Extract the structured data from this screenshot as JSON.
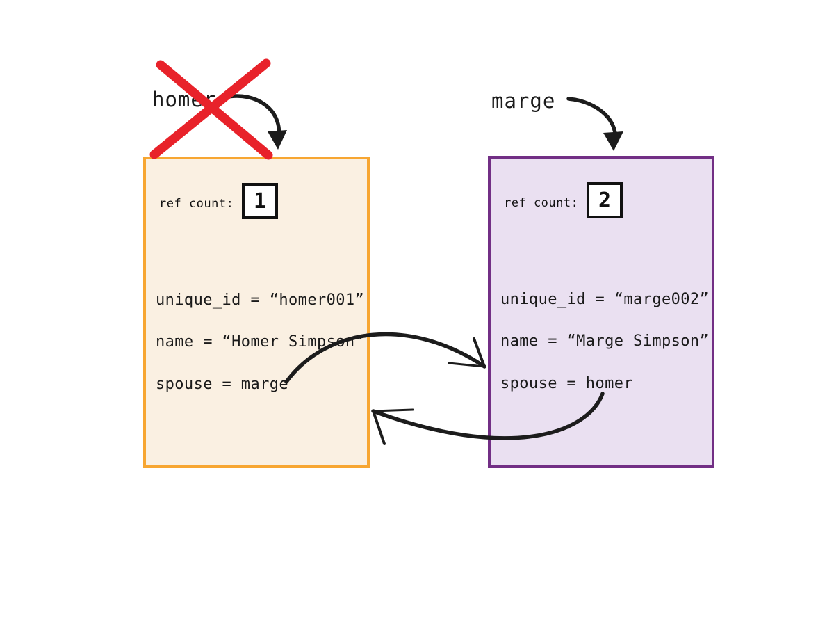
{
  "canvas": {
    "background": "#ffffff",
    "arrow_color": "#1c1c1c",
    "cross_out_color": "#e8222a"
  },
  "variables": {
    "homer": {
      "text": "homer",
      "crossed_out": true
    },
    "marge": {
      "text": "marge",
      "crossed_out": false
    }
  },
  "objects": [
    {
      "ref_count_label": "ref count:",
      "ref_count": "1",
      "fields": [
        "unique_id = “homer001”",
        "name = “Homer Simpson”",
        "spouse = marge"
      ],
      "border_color": "#f7a632",
      "fill_color": "#faf0e2"
    },
    {
      "ref_count_label": "ref count:",
      "ref_count": "2",
      "fields": [
        "unique_id = “marge002”",
        "name = “Marge Simpson”",
        "spouse = homer"
      ],
      "border_color": "#722f85",
      "fill_color": "#eae0f1"
    }
  ],
  "references": [
    {
      "from": "homer variable",
      "to": "homer object",
      "status": "crossed out (deleted)"
    },
    {
      "from": "marge variable",
      "to": "marge object",
      "status": "active"
    },
    {
      "from": "homer object spouse field",
      "to": "marge object",
      "status": "active"
    },
    {
      "from": "marge object spouse field",
      "to": "homer object",
      "status": "active"
    }
  ]
}
